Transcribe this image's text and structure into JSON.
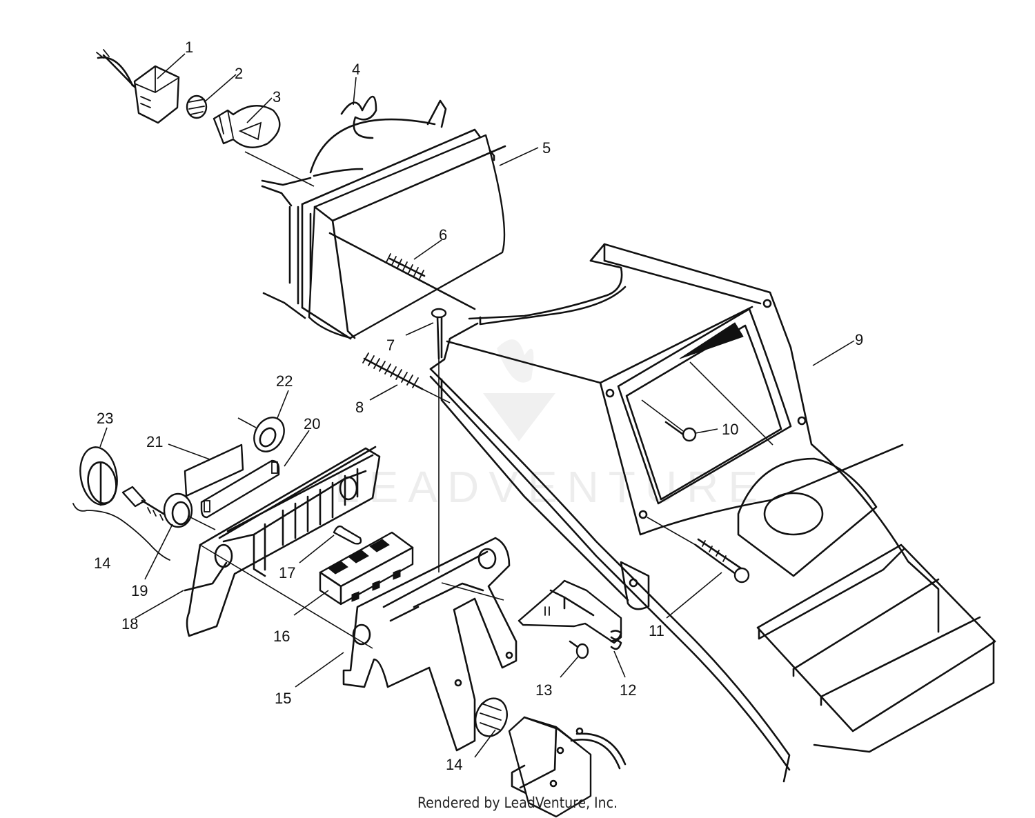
{
  "diagram": {
    "callouts": [
      "1",
      "2",
      "3",
      "4",
      "5",
      "6",
      "7",
      "8",
      "9",
      "10",
      "11",
      "12",
      "13",
      "14",
      "14",
      "15",
      "16",
      "17",
      "18",
      "19",
      "20",
      "21",
      "22",
      "23"
    ],
    "watermark": "LEADVENTURE",
    "footer": "Rendered by LeadVenture, Inc."
  }
}
